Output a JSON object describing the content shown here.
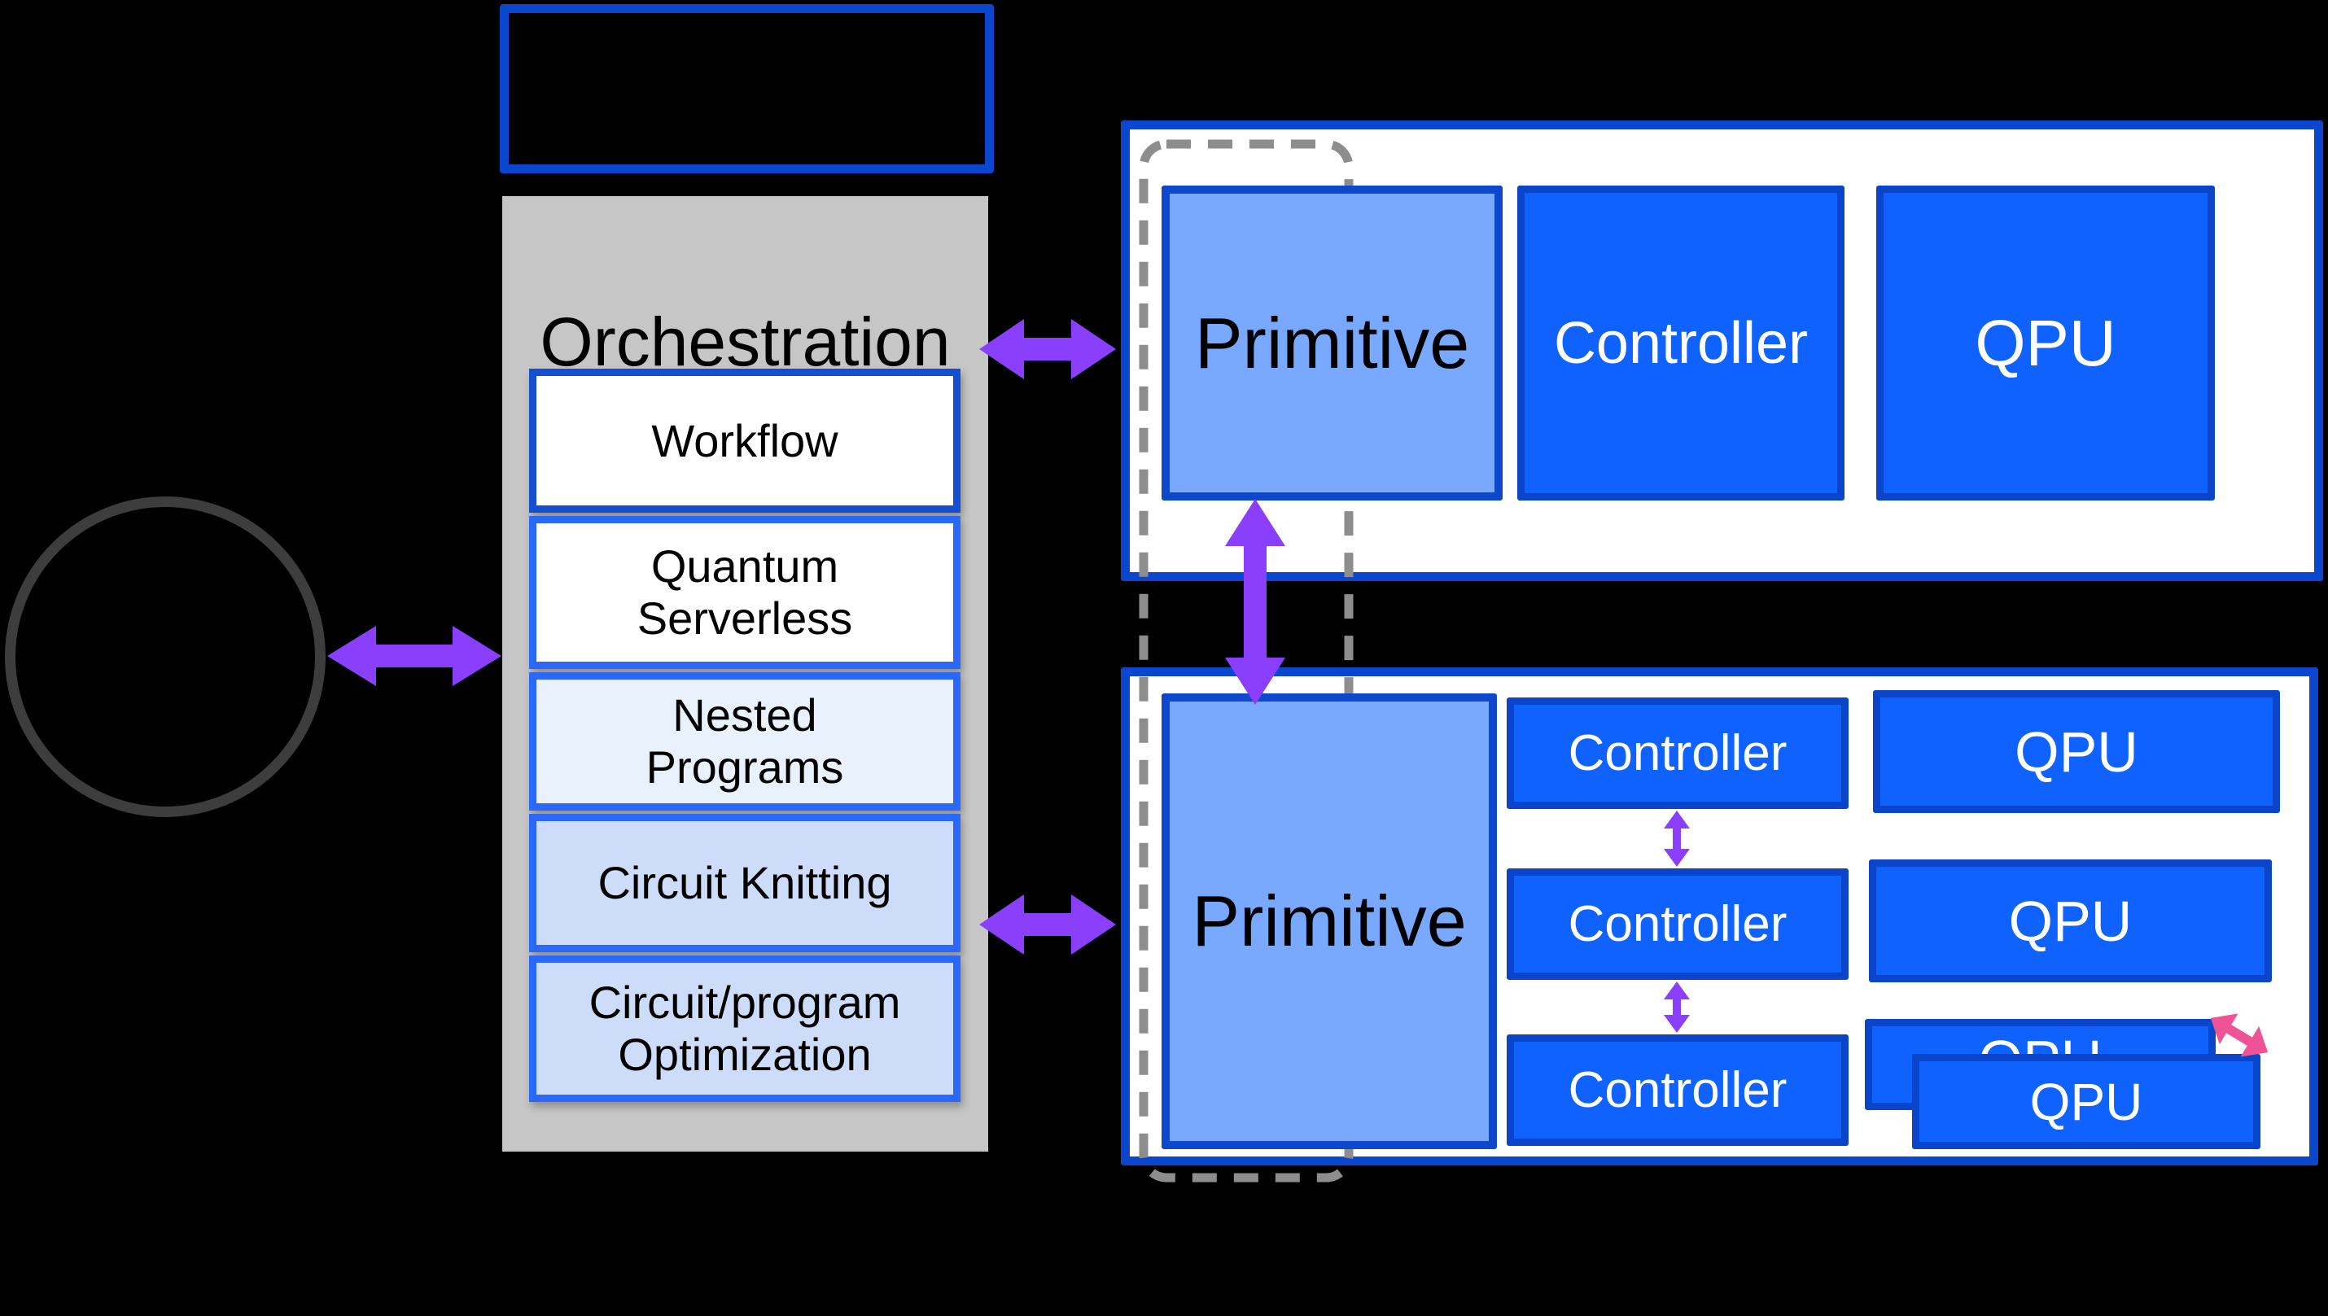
{
  "colors": {
    "background": "#000000",
    "container_border_blue": "#0b46cf",
    "chip_blue_fill": "#0f62fe",
    "chip_blue_border": "#0a44c9",
    "primitive_fill": "#78a9ff",
    "primitive_border": "#0d47cc",
    "workflow_border": "#134fd0",
    "inner_item_border": "#2b68fa",
    "nested_fill": "#e9f1fd",
    "knitting_fill": "#cdddf9",
    "orchestration_panel_gray": "#c6c6c6",
    "dashed_outline_gray": "#8d8d8d",
    "user_circle_stroke": "#3d3d3d",
    "arrow_purple": "#8a3ffc",
    "arrow_pink": "#ee5396"
  },
  "orchestration": {
    "title": "Orchestration",
    "items": [
      {
        "label": "Workflow"
      },
      {
        "label": "Quantum\nServerless"
      },
      {
        "label": "Nested\nPrograms"
      },
      {
        "label": "Circuit Knitting"
      },
      {
        "label": "Circuit/program\nOptimization"
      }
    ]
  },
  "execution_top": {
    "primitive": "Primitive",
    "controller": "Controller",
    "qpu": "QPU"
  },
  "execution_bottom": {
    "primitive": "Primitive",
    "controllers": [
      {
        "label": "Controller"
      },
      {
        "label": "Controller"
      },
      {
        "label": "Controller"
      }
    ],
    "qpus": [
      {
        "label": "QPU"
      },
      {
        "label": "QPU"
      },
      {
        "label": "QPU"
      },
      {
        "label": "QPU"
      }
    ]
  }
}
